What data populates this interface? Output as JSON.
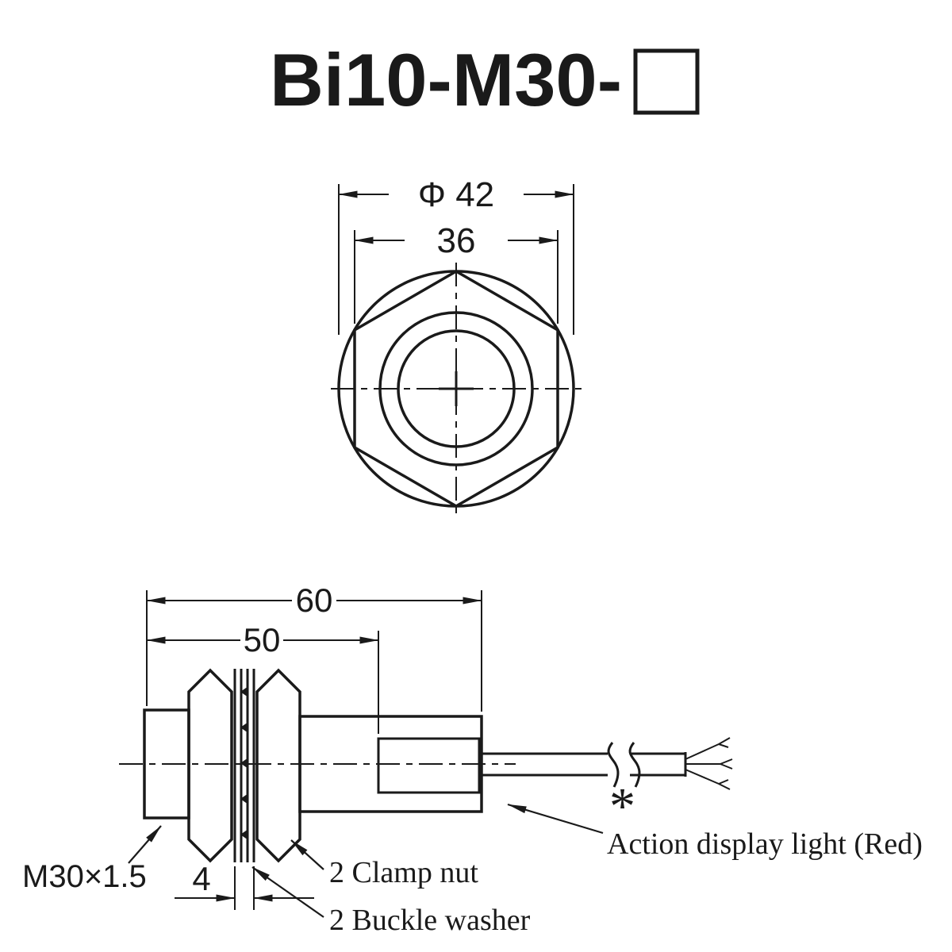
{
  "colors": {
    "ink": "#1a1a1a",
    "bg": "#ffffff"
  },
  "title": {
    "model_prefix": "Bi10-M30-"
  },
  "front_view": {
    "dim_diameter": "Φ 42",
    "dim_across_flats": "36"
  },
  "side_view": {
    "dim_total_length": "60",
    "dim_thread_length": "50",
    "dim_washer_thickness": "4",
    "label_thread_spec": "M30×1.5",
    "label_clamp_nut": "2 Clamp nut",
    "label_buckle_washer": "2 Buckle washer",
    "footnote_marker": "*",
    "label_action_light": "Action display light (Red)"
  }
}
